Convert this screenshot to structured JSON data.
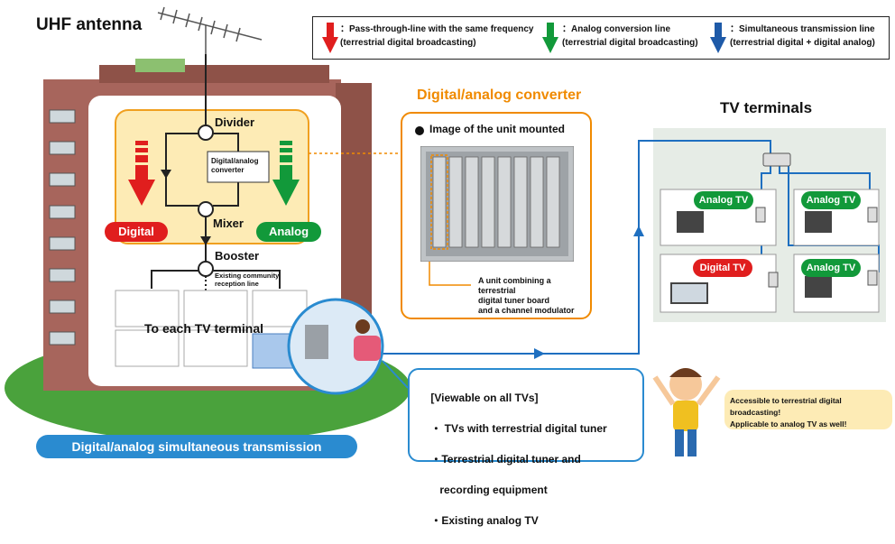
{
  "antenna": {
    "title": "UHF antenna"
  },
  "legend": {
    "items": [
      {
        "line1": "Pass-through-line with the same frequency",
        "line2": "(terrestrial digital broadcasting)",
        "color": "#e01e1e"
      },
      {
        "line1": "Analog conversion line",
        "line2": "(terrestrial digital broadcasting)",
        "color": "#12993a"
      },
      {
        "line1": "Simultaneous transmission line",
        "line2": "(terrestrial digital + digital analog)",
        "color": "#1e5aa8"
      }
    ],
    "separator": "："
  },
  "building": {
    "divider": "Divider",
    "converter_line1": "Digital/analog",
    "converter_line2": "converter",
    "mixer": "Mixer",
    "digital": "Digital",
    "analog": "Analog",
    "booster": "Booster",
    "existing_line1": "Existing community",
    "existing_line2": "reception line",
    "to_each": "To each TV terminal"
  },
  "converter": {
    "title": "Digital/analog converter",
    "image_caption": "Image of the unit mounted",
    "note_line1": "A unit combining a terrestrial",
    "note_line2": "digital tuner board",
    "note_line3": "and a channel modulator"
  },
  "tv": {
    "title": "TV terminals",
    "labels": [
      "Analog TV",
      "Analog TV",
      "Digital TV",
      "Analog TV"
    ]
  },
  "viewable": {
    "heading": "[Viewable on all TVs]",
    "line1": "・ TVs with terrestrial digital tuner",
    "line2": "・Terrestrial digital tuner and",
    "line3": "   recording equipment",
    "line4": "・Existing analog TV"
  },
  "callout": {
    "line1": "Accessible to terrestrial digital broadcasting!",
    "line2": "Applicable to analog TV as well!"
  },
  "bottom": {
    "label": "Digital/analog simultaneous transmission"
  },
  "colors": {
    "red": "#e01e1e",
    "green": "#12993a",
    "blue": "#1e5aa8",
    "orange": "#f08a00",
    "pill_blue": "#2a8bd0",
    "brick": "#a7655c"
  }
}
